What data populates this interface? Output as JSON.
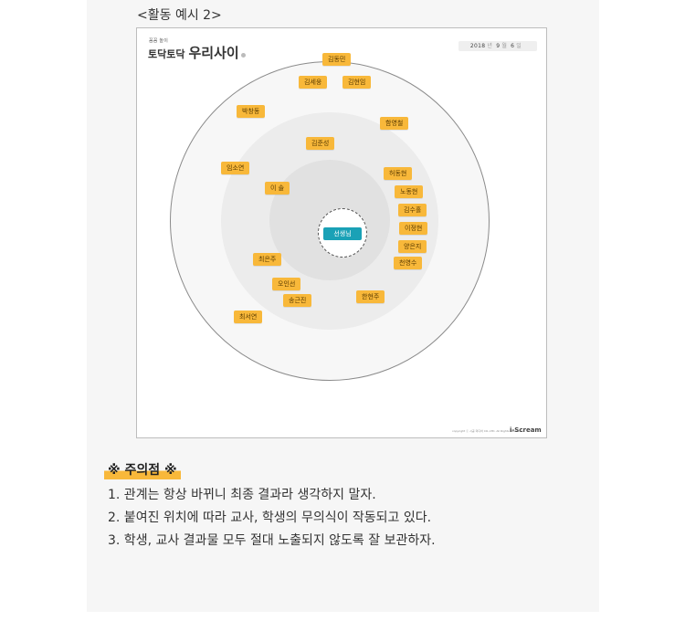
{
  "heading": "<활동 예시 2>",
  "board": {
    "brand_sub": "꼼꼼 놀이",
    "brand_prefix": "토닥토닥",
    "brand_title": "우리사이",
    "date": {
      "year": "2018",
      "year_unit": "년",
      "month": "9",
      "month_unit": "월",
      "day": "6",
      "day_unit": "일"
    },
    "footer_copy": "copyright ⓒ 시공 미디어 CO.,LTD. All Rights Reserved.",
    "footer_logo": "i-Scream",
    "center_label": "선생님",
    "names": [
      "김동민",
      "김세웅",
      "김현임",
      "박창동",
      "함영철",
      "김준성",
      "임소연",
      "허동현",
      "이 솔",
      "노동현",
      "김수홀",
      "이정현",
      "양은지",
      "천영수",
      "최은주",
      "오인선",
      "송근진",
      "한현주",
      "최서연"
    ]
  },
  "caution_title": "※ 주의점 ※",
  "notes": [
    "1. 관계는 항상 바뀌니 최종 결과라 생각하지 말자.",
    "2. 붙여진 위치에 따라 교사, 학생의 무의식이 작동되고 있다.",
    "3. 학생, 교사 결과물 모두 절대 노출되지 않도록 잘 보관하자."
  ],
  "colors": {
    "tag": "#f8b83a",
    "center": "#1aa1b6",
    "highlight": "#f8b83a"
  }
}
